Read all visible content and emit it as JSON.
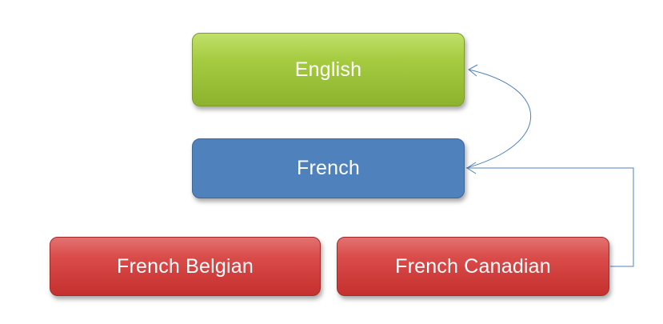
{
  "diagram": {
    "nodes": [
      {
        "id": "english",
        "label": "English",
        "color": "#9bbb59"
      },
      {
        "id": "french",
        "label": "French",
        "color": "#4f81bd"
      },
      {
        "id": "french_belgian",
        "label": "French Belgian",
        "color": "#c0504d"
      },
      {
        "id": "french_canadian",
        "label": "French Canadian",
        "color": "#c0504d"
      }
    ],
    "edges": [
      {
        "from": "french",
        "to": "english"
      },
      {
        "from": "french_canadian",
        "to": "french"
      }
    ],
    "connector_color": "#4f81bd"
  }
}
